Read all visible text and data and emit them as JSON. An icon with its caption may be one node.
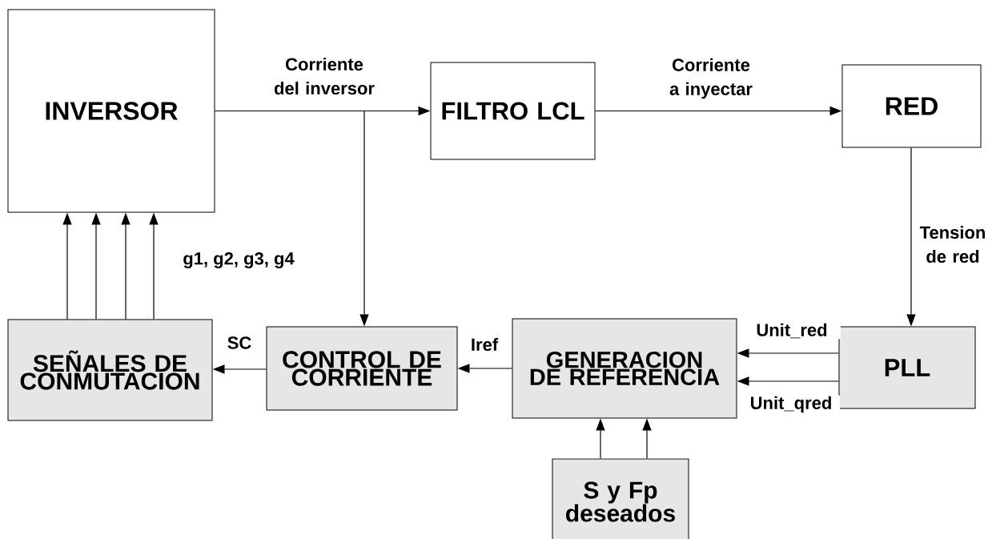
{
  "diagram": {
    "nodes": [
      {
        "text": [
          "INVERSOR"
        ]
      },
      {
        "text": [
          "FILTRO LCL"
        ]
      },
      {
        "text": [
          "RED"
        ]
      },
      {
        "text": [
          "SEÑALES DE CONMUTACION"
        ]
      },
      {
        "text": [
          "CONTROL DE CORRIENTE"
        ]
      },
      {
        "text": [
          "GENERACION DE REFERENCIA"
        ]
      },
      {
        "text": [
          "PLL"
        ]
      },
      {
        "text": [
          "S y Fp deseados"
        ]
      }
    ],
    "edges": [
      {
        "from": 0,
        "to": 1,
        "arrow": "to",
        "label": "Corriente del inversor"
      },
      {
        "from": 0,
        "to": 4,
        "arrow": "to"
      },
      {
        "from": 1,
        "to": 2,
        "arrow": "to",
        "label": "Corriente a inyectar"
      },
      {
        "from": 2,
        "to": 6,
        "arrow": "to",
        "label": "Tension de red"
      },
      {
        "from": 3,
        "to": 0,
        "arrow": "to"
      },
      {
        "from": 3,
        "to": 0,
        "arrow": "to"
      },
      {
        "from": 3,
        "to": 0,
        "arrow": "to"
      },
      {
        "from": 3,
        "to": 0,
        "arrow": "to"
      },
      {
        "from": 4,
        "to": 3,
        "arrow": "to",
        "label": "SC"
      },
      {
        "from": 5,
        "to": 4,
        "arrow": "to",
        "label": "Iref"
      },
      {
        "from": 6,
        "to": 5,
        "arrow": "to",
        "label": "Unit_red"
      },
      {
        "from": 6,
        "to": 5,
        "arrow": "to",
        "label": "Unit_qred"
      },
      {
        "from": 7,
        "to": 5,
        "arrow": "to"
      },
      {
        "from": 7,
        "to": 5,
        "arrow": "to"
      }
    ],
    "labels": [
      "g1, g2, g3, g4"
    ]
  }
}
